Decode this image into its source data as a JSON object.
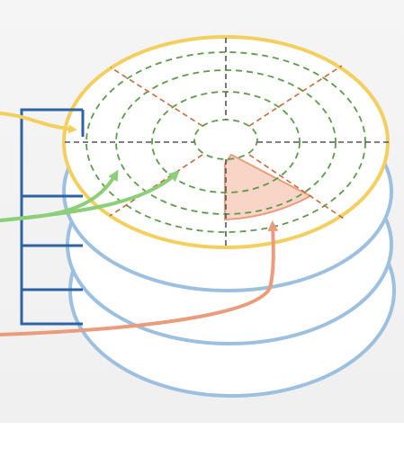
{
  "diagram": {
    "description_text": [],
    "colors": {
      "background": "#f2f2f2",
      "platter_rim": "#9dbfe0",
      "top_surface_rim": "#f3cf5f",
      "track_lines": "#5e9a4a",
      "sector_lines": "#c56a3a",
      "center_axes": "#555555",
      "sector_fill": "#f8d5c6",
      "sector_outline": "#e89e7e",
      "bracket": "#2e62a2",
      "arrow_yellow": "#f3cf5f",
      "arrow_green": "#8ccf78",
      "arrow_orange": "#ea9c7c"
    },
    "platter_count": 4,
    "track_count": 4,
    "sector_spoke_count": 8,
    "bracket_tick_count": 4
  }
}
